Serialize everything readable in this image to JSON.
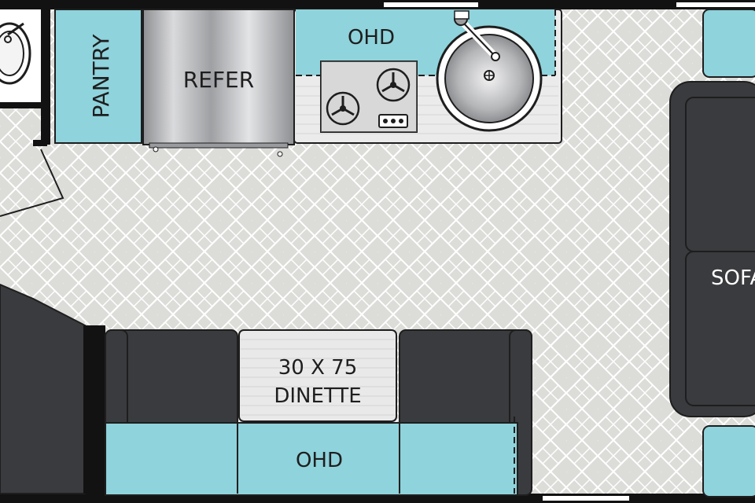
{
  "floorplan": {
    "labels": {
      "pantry": "PANTRY",
      "refer": "REFER",
      "ohd_top": "OHD",
      "ohd_bottom": "OHD",
      "dinette_size": "30 X 75",
      "dinette_name": "DINETTE",
      "sofa": "SOFA"
    },
    "colors": {
      "floor": "#dcdcd9",
      "herringbone": "#ffffff",
      "wall": "#121212",
      "cabinet_teal": "#8fd3dc",
      "upholstery": "#3a3b3e",
      "counter": "#ebebeb",
      "steel": "#b7b8ba"
    }
  }
}
